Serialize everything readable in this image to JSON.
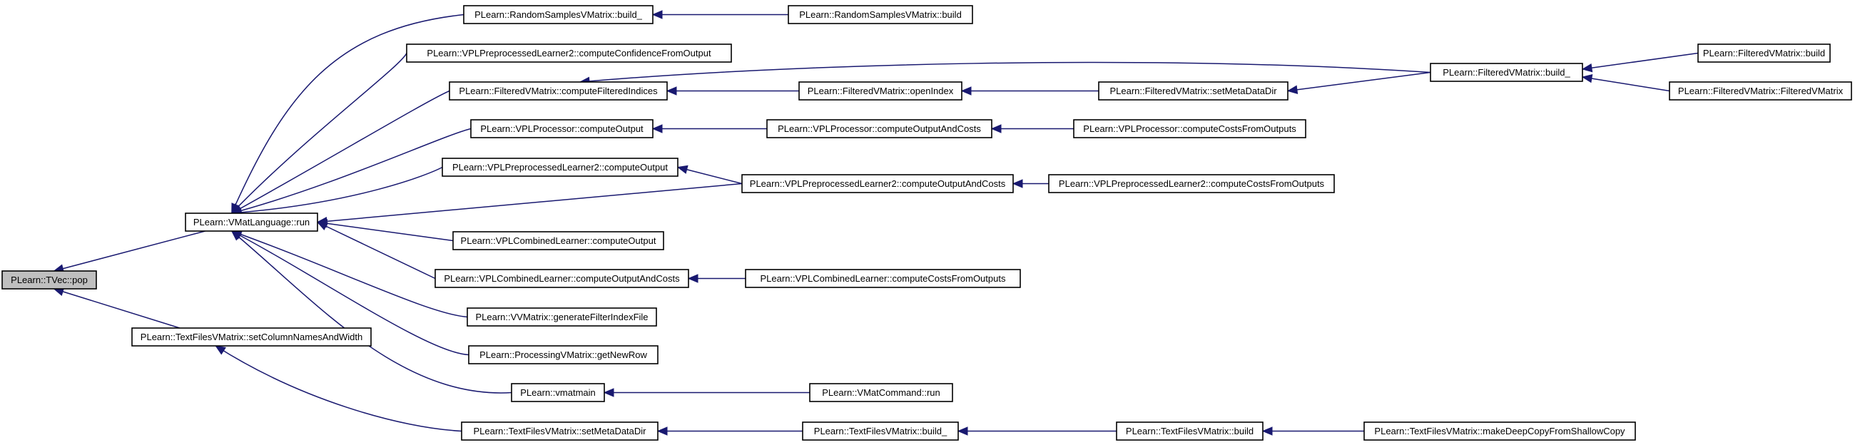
{
  "graph": {
    "colors": {
      "edge": "#191970",
      "root_fill": "#bfbfbf",
      "node_fill": "#ffffff",
      "border": "#000000"
    },
    "nodes": [
      {
        "id": "n0",
        "label": "PLearn::TVec::pop",
        "root": true
      },
      {
        "id": "n1",
        "label": "PLearn::VMatLanguage::run"
      },
      {
        "id": "n2",
        "label": "PLearn::TextFilesVMatrix::setColumnNamesAndWidth"
      },
      {
        "id": "n3",
        "label": "PLearn::RandomSamplesVMatrix::build_"
      },
      {
        "id": "n4",
        "label": "PLearn::RandomSamplesVMatrix::build"
      },
      {
        "id": "n5",
        "label": "PLearn::VPLPreprocessedLearner2::computeConfidenceFromOutput"
      },
      {
        "id": "n6",
        "label": "PLearn::FilteredVMatrix::computeFilteredIndices"
      },
      {
        "id": "n7",
        "label": "PLearn::FilteredVMatrix::openIndex"
      },
      {
        "id": "n8",
        "label": "PLearn::FilteredVMatrix::setMetaDataDir"
      },
      {
        "id": "n9",
        "label": "PLearn::FilteredVMatrix::build_"
      },
      {
        "id": "n10",
        "label": "PLearn::FilteredVMatrix::build"
      },
      {
        "id": "n11",
        "label": "PLearn::FilteredVMatrix::FilteredVMatrix"
      },
      {
        "id": "n12",
        "label": "PLearn::VPLProcessor::computeOutput"
      },
      {
        "id": "n13",
        "label": "PLearn::VPLProcessor::computeOutputAndCosts"
      },
      {
        "id": "n14",
        "label": "PLearn::VPLProcessor::computeCostsFromOutputs"
      },
      {
        "id": "n15",
        "label": "PLearn::VPLPreprocessedLearner2::computeOutput"
      },
      {
        "id": "n16",
        "label": "PLearn::VPLPreprocessedLearner2::computeOutputAndCosts"
      },
      {
        "id": "n17",
        "label": "PLearn::VPLPreprocessedLearner2::computeCostsFromOutputs"
      },
      {
        "id": "n18",
        "label": "PLearn::VPLCombinedLearner::computeOutput"
      },
      {
        "id": "n19",
        "label": "PLearn::VPLCombinedLearner::computeOutputAndCosts"
      },
      {
        "id": "n20",
        "label": "PLearn::VPLCombinedLearner::computeCostsFromOutputs"
      },
      {
        "id": "n21",
        "label": "PLearn::VVMatrix::generateFilterIndexFile"
      },
      {
        "id": "n22",
        "label": "PLearn::ProcessingVMatrix::getNewRow"
      },
      {
        "id": "n23",
        "label": "PLearn::vmatmain"
      },
      {
        "id": "n24",
        "label": "PLearn::VMatCommand::run"
      },
      {
        "id": "n25",
        "label": "PLearn::TextFilesVMatrix::setMetaDataDir"
      },
      {
        "id": "n26",
        "label": "PLearn::TextFilesVMatrix::build_"
      },
      {
        "id": "n27",
        "label": "PLearn::TextFilesVMatrix::build"
      },
      {
        "id": "n28",
        "label": "PLearn::TextFilesVMatrix::makeDeepCopyFromShallowCopy"
      }
    ],
    "edges": [
      {
        "from": "n1",
        "to": "n0"
      },
      {
        "from": "n2",
        "to": "n0"
      },
      {
        "from": "n3",
        "to": "n1"
      },
      {
        "from": "n5",
        "to": "n1"
      },
      {
        "from": "n6",
        "to": "n1"
      },
      {
        "from": "n12",
        "to": "n1"
      },
      {
        "from": "n15",
        "to": "n1"
      },
      {
        "from": "n16",
        "to": "n1"
      },
      {
        "from": "n18",
        "to": "n1"
      },
      {
        "from": "n19",
        "to": "n1"
      },
      {
        "from": "n21",
        "to": "n1"
      },
      {
        "from": "n22",
        "to": "n1"
      },
      {
        "from": "n23",
        "to": "n1"
      },
      {
        "from": "n25",
        "to": "n2"
      },
      {
        "from": "n4",
        "to": "n3"
      },
      {
        "from": "n7",
        "to": "n6"
      },
      {
        "from": "n9",
        "to": "n6"
      },
      {
        "from": "n8",
        "to": "n7"
      },
      {
        "from": "n9",
        "to": "n8"
      },
      {
        "from": "n10",
        "to": "n9"
      },
      {
        "from": "n11",
        "to": "n9"
      },
      {
        "from": "n13",
        "to": "n12"
      },
      {
        "from": "n14",
        "to": "n13"
      },
      {
        "from": "n16",
        "to": "n15"
      },
      {
        "from": "n17",
        "to": "n16"
      },
      {
        "from": "n20",
        "to": "n19"
      },
      {
        "from": "n24",
        "to": "n23"
      },
      {
        "from": "n26",
        "to": "n25"
      },
      {
        "from": "n27",
        "to": "n26"
      },
      {
        "from": "n28",
        "to": "n27"
      }
    ]
  }
}
